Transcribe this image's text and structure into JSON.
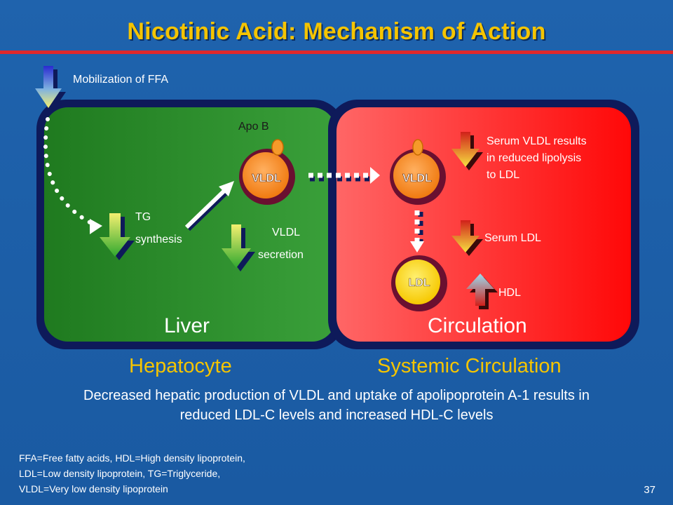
{
  "title": "Nicotinic Acid: Mechanism of Action",
  "labels": {
    "mobilization": "Mobilization of FFA",
    "apo_b": "Apo B",
    "tg": "TG",
    "synthesis": "synthesis",
    "vldl_secretion_line1": "VLDL",
    "vldl_secretion_line2": "secretion",
    "vldl_liver": "VLDL",
    "vldl_circulation": "VLDL",
    "ldl": "LDL",
    "serum_vldl_line1": "Serum VLDL results",
    "serum_vldl_line2": "in reduced lipolysis",
    "serum_vldl_line3": "to LDL",
    "serum_ldl": "Serum LDL",
    "hdl": "HDL"
  },
  "regions": {
    "liver": "Liver",
    "circulation": "Circulation"
  },
  "sections": {
    "hepatocyte": "Hepatocyte",
    "systemic": "Systemic Circulation"
  },
  "summary": {
    "line1": "Decreased hepatic production of VLDL and uptake of apolipoprotein A-1 results in",
    "line2": "reduced LDL-C levels and increased HDL-C levels"
  },
  "footnote": {
    "line1": "FFA=Free fatty acids, HDL=High density lipoprotein,",
    "line2": "LDL=Low density lipoprotein, TG=Triglyceride,",
    "line3": "VLDL=Very low density lipoprotein"
  },
  "page_number": "37",
  "colors": {
    "background": "#1c5da7",
    "title": "#f5c400",
    "accent_line": "#e0282b",
    "liver_green": "#2f8f2f",
    "circulation_red": "#ff2020",
    "frame_navy": "#0e1a5a"
  }
}
